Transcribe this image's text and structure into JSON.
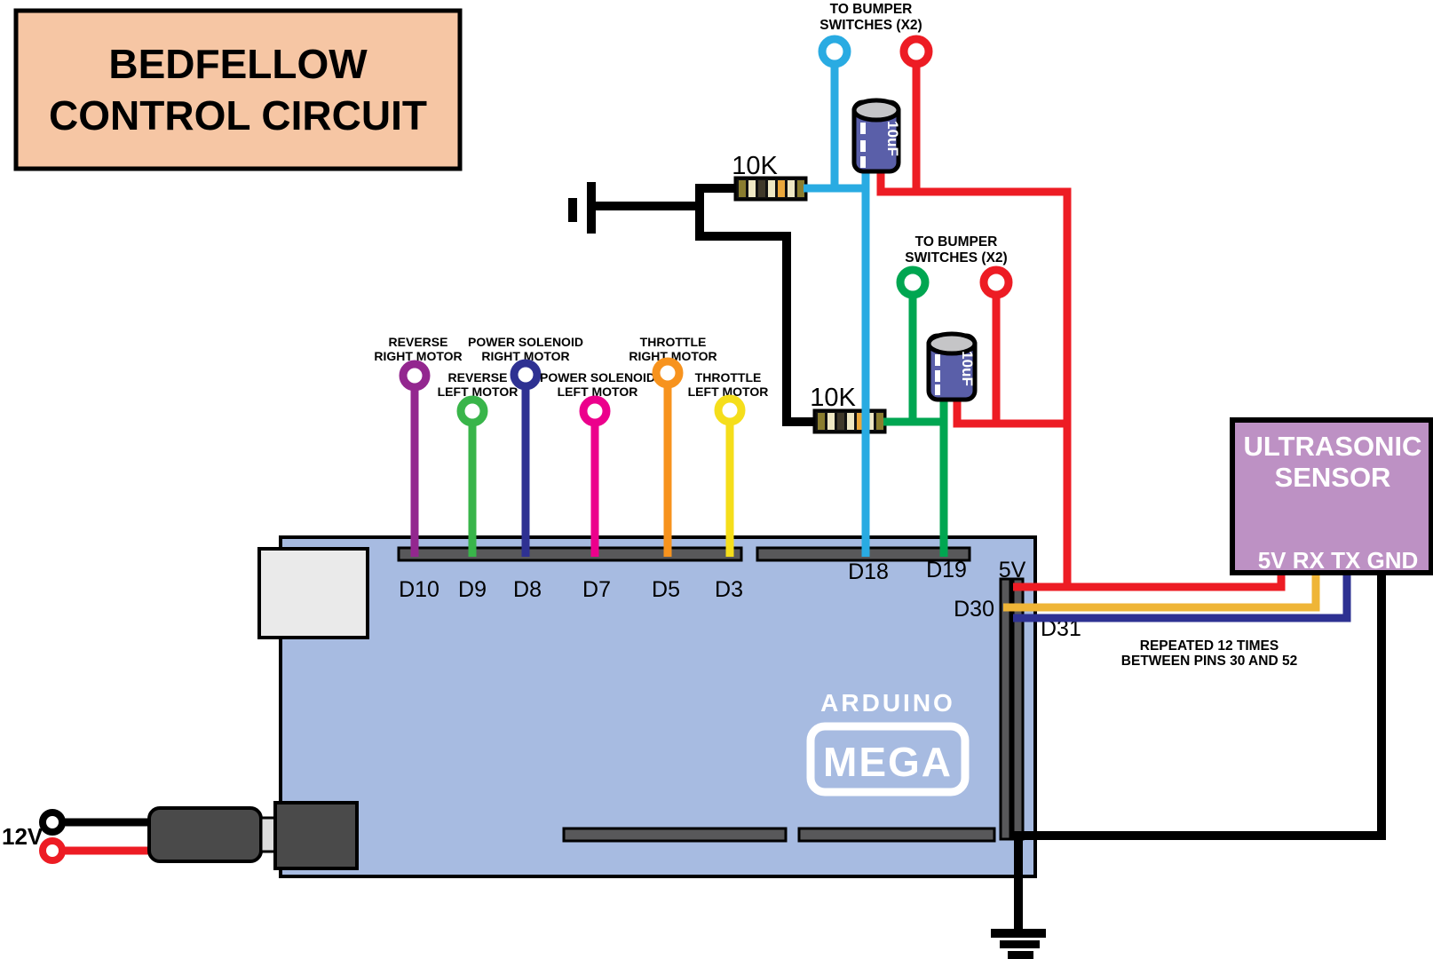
{
  "title": {
    "line1": "BEDFELLOW",
    "line2": "CONTROL CIRCUIT"
  },
  "colors": {
    "title_fill": "#f6c6a4",
    "board_fill": "#a7bbe1",
    "header_fill": "#58585a",
    "sensor_fill": "#bd91c4",
    "capacitor_fill": "#5a5fa9",
    "cyan": "#29abe2",
    "red": "#ed1c24",
    "green": "#00a651",
    "black_wire": "#000000",
    "orange_data": "#efb537",
    "navy_data": "#2e3192"
  },
  "bumper_top": {
    "line1": "TO BUMPER",
    "line2": "SWITCHES (X2)"
  },
  "bumper_mid": {
    "line1": "TO BUMPER",
    "line2": "SWITCHES (X2)"
  },
  "resistor_top": {
    "value": "10K"
  },
  "resistor_mid": {
    "value": "10K"
  },
  "capacitor_top": {
    "value": "10uF"
  },
  "capacitor_mid": {
    "value": "10uF"
  },
  "motors": [
    {
      "line1": "REVERSE",
      "line2": "RIGHT MOTOR",
      "pin": "D10",
      "color": "#93278f"
    },
    {
      "line1": "REVERSE",
      "line2": "LEFT MOTOR",
      "pin": "D9",
      "color": "#39b54a"
    },
    {
      "line1": "POWER SOLENOID",
      "line2": "RIGHT MOTOR",
      "pin": "D8",
      "color": "#2e3192"
    },
    {
      "line1": "POWER SOLENOID",
      "line2": "LEFT MOTOR",
      "pin": "D7",
      "color": "#ec008c"
    },
    {
      "line1": "THROTTLE",
      "line2": "RIGHT MOTOR",
      "pin": "D5",
      "color": "#f7931e"
    },
    {
      "line1": "THROTTLE",
      "line2": "LEFT MOTOR",
      "pin": "D3",
      "color": "#f5de1b"
    }
  ],
  "board": {
    "brand": "ARDUINO",
    "model": "MEGA",
    "pin_d18": "D18",
    "pin_d19": "D19",
    "pin_5v": "5V",
    "pin_d30": "D30",
    "pin_d31": "D31"
  },
  "power": {
    "label": "12V"
  },
  "sensor": {
    "line1": "ULTRASONIC",
    "line2": "SENSOR",
    "pins": "5V RX TX GND"
  },
  "note": {
    "line1": "REPEATED 12 TIMES",
    "line2": "BETWEEN PINS 30 AND 52"
  }
}
